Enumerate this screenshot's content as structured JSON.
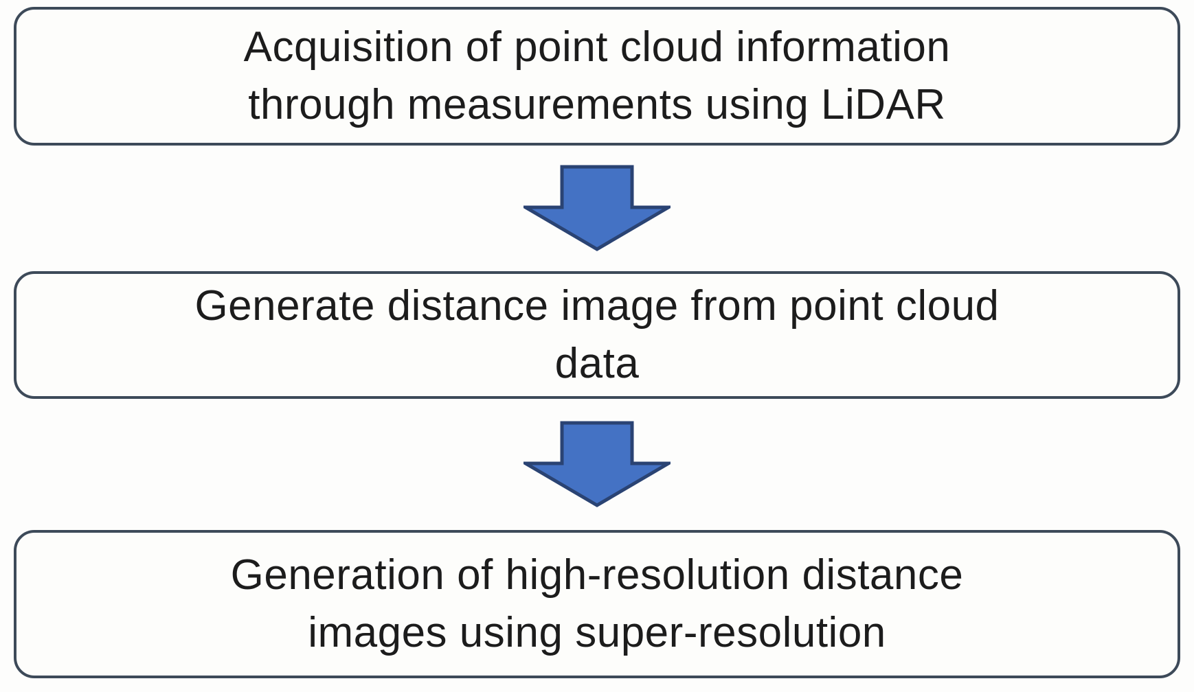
{
  "diagram": {
    "type": "flowchart",
    "direction": "top-down",
    "steps": [
      {
        "label": "Acquisition of point cloud information through measurements using LiDAR",
        "lines": [
          "Acquisition of point cloud information",
          "through measurements using LiDAR"
        ]
      },
      {
        "label": "Generate distance image from point cloud data",
        "lines": [
          "Generate distance image from point cloud",
          "data"
        ]
      },
      {
        "label": "Generation of high-resolution distance images using super-resolution",
        "lines": [
          "Generation of high-resolution distance",
          "images using super-resolution"
        ]
      }
    ],
    "connectors": [
      {
        "from": 0,
        "to": 1,
        "shape": "block-down-arrow"
      },
      {
        "from": 1,
        "to": 2,
        "shape": "block-down-arrow"
      }
    ]
  },
  "colors": {
    "background": "#fdfdfc",
    "box_fill": "#fdfdfb",
    "box_border": "#3d4a59",
    "arrow_fill": "#4472c4",
    "arrow_border": "#2a4373",
    "text": "#1c1c1c"
  }
}
